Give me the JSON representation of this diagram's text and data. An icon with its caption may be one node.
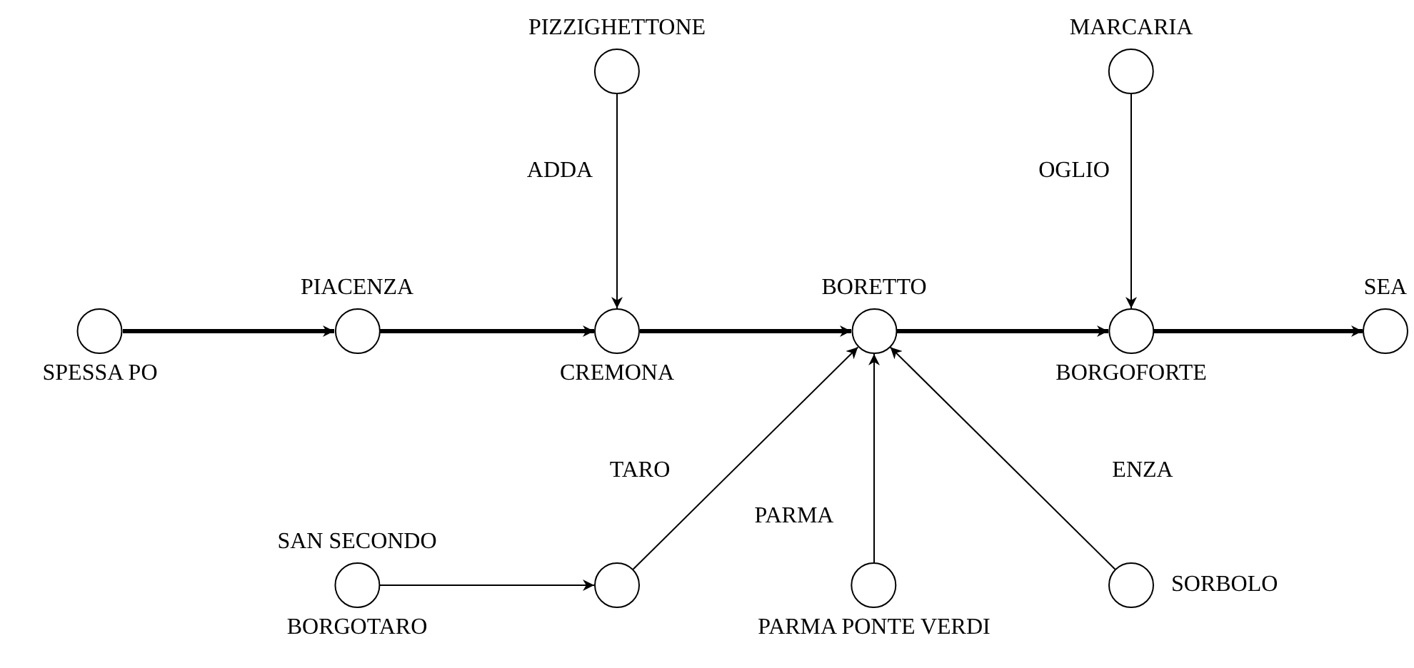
{
  "diagram": {
    "nodes": [
      {
        "text": [
          "SPESSA PO"
        ]
      },
      {
        "text": [
          "PIACENZA"
        ]
      },
      {
        "text": [
          "PIZZIGHETTONE"
        ]
      },
      {
        "text": [
          "CREMONA"
        ]
      },
      {
        "text": [
          "BORETTO"
        ]
      },
      {
        "text": [
          "MARCARIA"
        ]
      },
      {
        "text": [
          "BORGOFORTE"
        ]
      },
      {
        "text": [
          "SEA"
        ]
      },
      {
        "text": [
          "SAN SECONDO",
          "BORGOTARO"
        ]
      },
      {
        "text": [],
        "shape": "circle"
      },
      {
        "text": [
          "PARMA PONTE VERDI"
        ]
      },
      {
        "text": [
          "SORBOLO"
        ]
      }
    ],
    "edges": [
      {
        "from": 0,
        "to": 1,
        "arrow": "to",
        "style": "thick"
      },
      {
        "from": 1,
        "to": 3,
        "arrow": "to",
        "style": "thick"
      },
      {
        "from": 2,
        "to": 3,
        "arrow": "to",
        "label": "ADDA"
      },
      {
        "from": 3,
        "to": 4,
        "arrow": "to",
        "style": "thick"
      },
      {
        "from": 5,
        "to": 6,
        "arrow": "to",
        "label": "OGLIO"
      },
      {
        "from": 4,
        "to": 6,
        "arrow": "to",
        "style": "thick"
      },
      {
        "from": 6,
        "to": 7,
        "arrow": "to",
        "style": "thick"
      },
      {
        "from": 8,
        "to": 9,
        "arrow": "to"
      },
      {
        "from": 9,
        "to": 4,
        "arrow": "to",
        "label": "TARO"
      },
      {
        "from": 10,
        "to": 4,
        "arrow": "to",
        "label": "PARMA"
      },
      {
        "from": 11,
        "to": 4,
        "arrow": "to",
        "label": "ENZA"
      }
    ]
  }
}
